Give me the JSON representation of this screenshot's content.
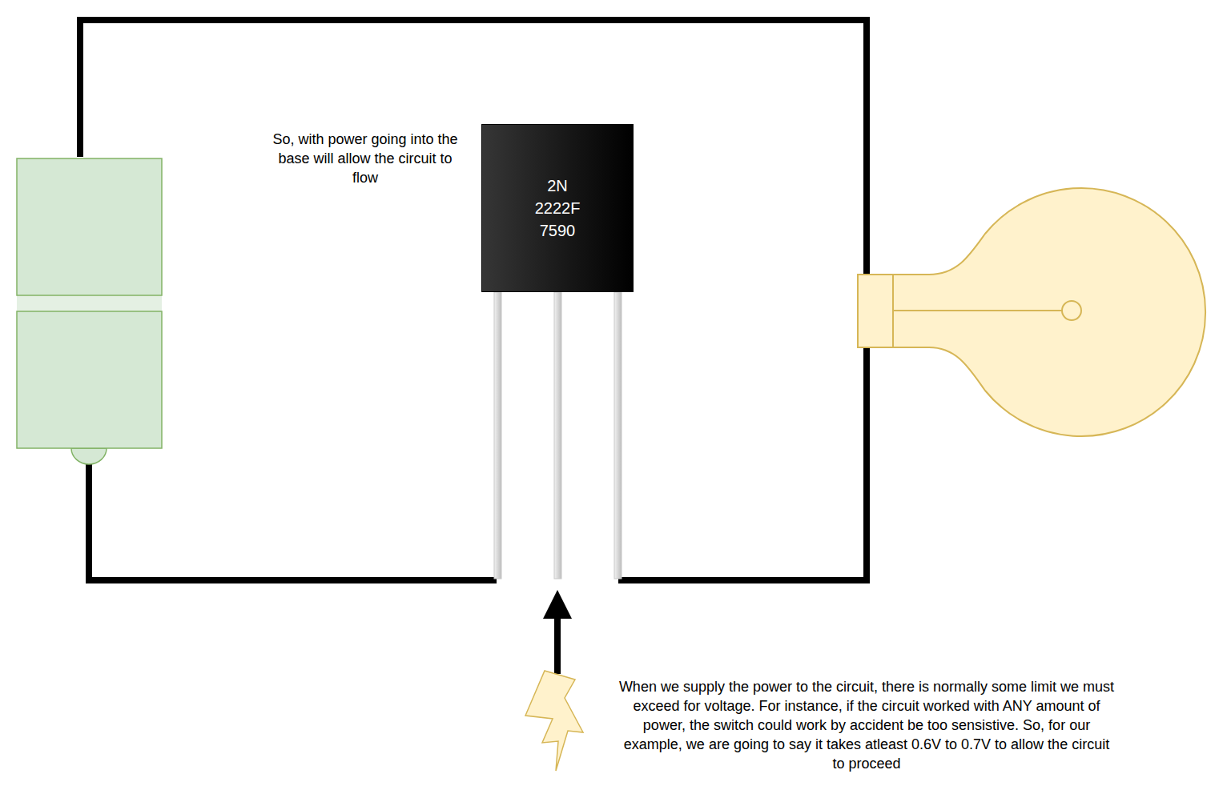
{
  "diagram": {
    "nodes": [
      {
        "text": [
          "2N 2222F 7590"
        ]
      }
    ],
    "labels": [
      "So, with power going into the base will allow the circuit to flow",
      "When we supply the power to the circuit, there is normally some limit we must exceed for voltage. For instance, if the circuit worked with ANY amount of power, the switch could work by accident be too sensistive. So, for our example, we are going to say it takes atleast 0.6V to 0.7V to allow the circuit to proceed"
    ]
  }
}
